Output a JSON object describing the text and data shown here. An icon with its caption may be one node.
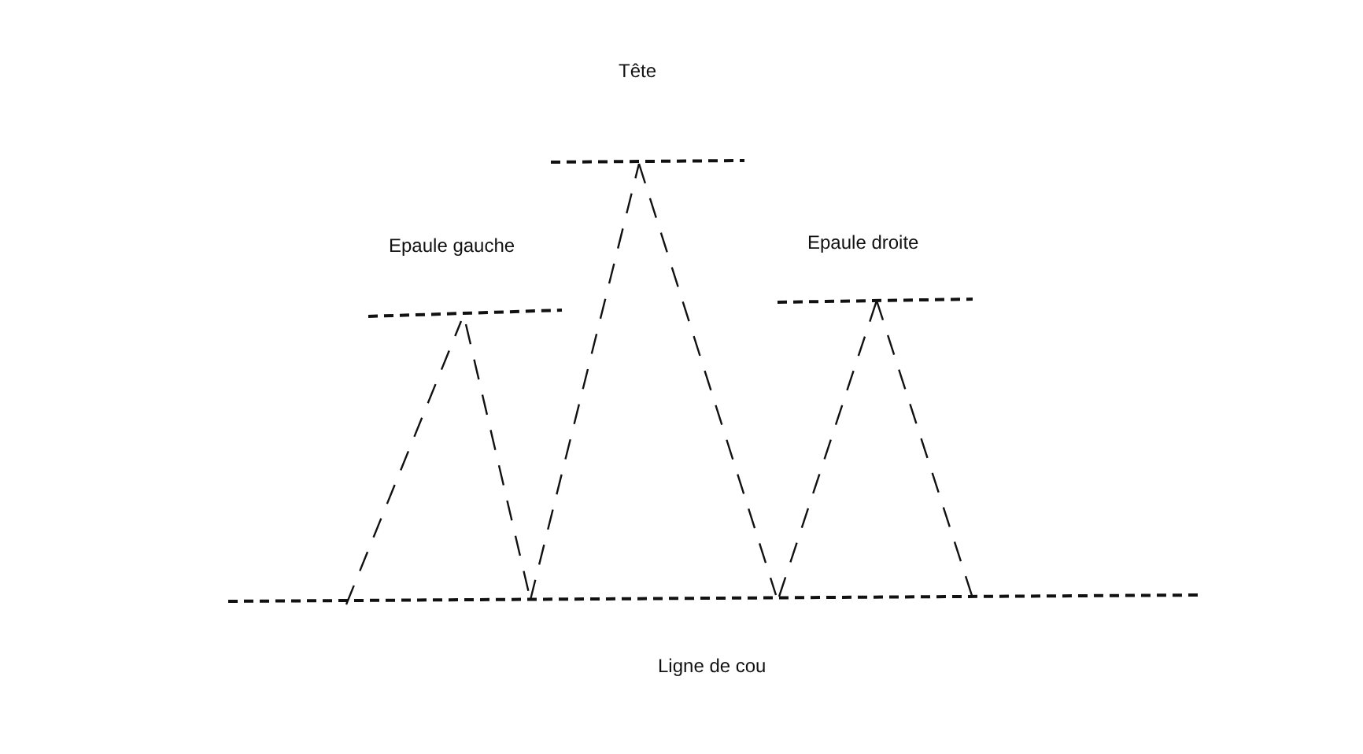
{
  "diagram": {
    "labels": [
      "Tête",
      "Epaule gauche",
      "Epaule droite",
      "Ligne de cou"
    ]
  }
}
